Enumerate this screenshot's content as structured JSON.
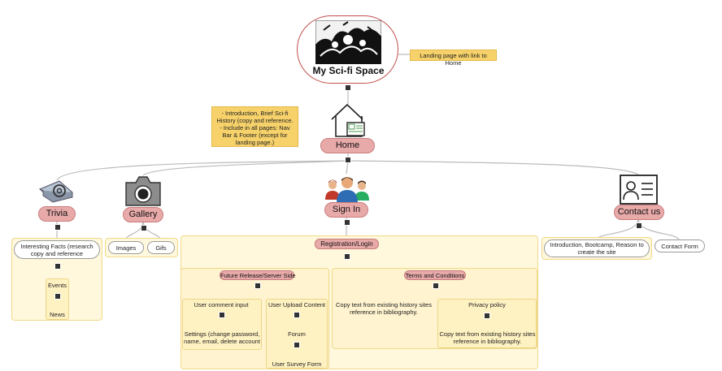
{
  "colors": {
    "node_fill": "#e8a9a9",
    "zone_fill": "#fff8dc",
    "note_fill": "#f7d26a",
    "connector": "#bbbbbb"
  },
  "root": {
    "title": "My Sci-fi Space",
    "note": "Landing page with link to Home",
    "image": "sci-fi-illustration"
  },
  "home": {
    "label": "Home",
    "icon": "house-icon",
    "note": "- Introduction, Brief Sci-fi History  (copy and reference. - Include in all pages: Nav Bar & Footer (except for landing page.)"
  },
  "trivia": {
    "label": "Trivia",
    "icon": "mail-at-icon",
    "items": [
      "Interesting Facts (research copy and reference",
      "Events",
      "News"
    ]
  },
  "gallery": {
    "label": "Gallery",
    "icon": "camera-icon",
    "items": [
      "Images",
      "Gifs"
    ]
  },
  "signin": {
    "label": "Sign In",
    "icon": "users-icon",
    "registration": "Registration/Login",
    "future": {
      "label": "Future Release/Server Side",
      "comment": "User comment input",
      "settings": "Settings (change password, name, email, delete account",
      "upload": "User Upload Content",
      "forum": "Forum",
      "survey": "User Survey Form"
    },
    "terms": {
      "label": "Terms and Conditions",
      "copy1": "Copy text from existing history sites reference in bibliography.",
      "privacy": "Privacy policy",
      "copy2": "Copy text from existing history sites reference in bibliography."
    }
  },
  "contact": {
    "label": "Contact us",
    "icon": "contact-card-icon",
    "items": [
      "Introduction, Bootcamp, Reason to create the site",
      "Contact Form"
    ]
  }
}
